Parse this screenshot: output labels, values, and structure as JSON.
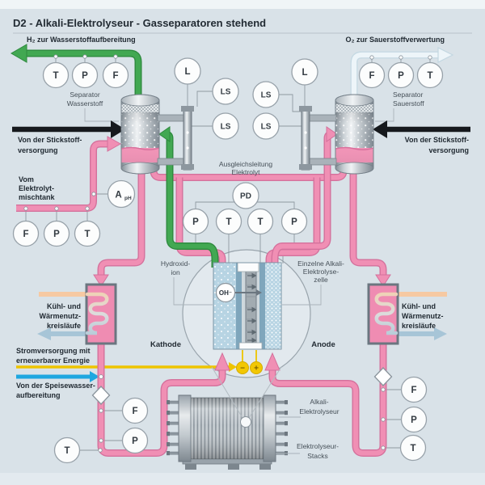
{
  "title": "D2 - Alkali-Elektrolyseur - Gasseparatoren stehend",
  "top": {
    "h2_label": "H₂ zur Wasserstoffaufbereitung",
    "o2_label": "O₂ zur Sauerstoffverwertung"
  },
  "separators": {
    "h2_1": "Separator",
    "h2_2": "Wasserstoff",
    "o2_1": "Separator",
    "o2_2": "Sauerstoff"
  },
  "left": {
    "n2_1": "Von der Stickstoff-",
    "n2_2": "versorgung",
    "mix_1": "Vom",
    "mix_2": "Elektrolyt-",
    "mix_3": "mischtank",
    "cool_1": "Kühl- und",
    "cool_2": "Wärmenutz-",
    "cool_3": "kreisläufe",
    "power_1": "Stromversorgung mit",
    "power_2": "erneuerbarer Energie",
    "feed_1": "Von der Speisewasser-",
    "feed_2": "aufbereitung"
  },
  "right": {
    "n2_1": "Von der Stickstoff-",
    "n2_2": "versorgung",
    "cool_1": "Kühl- und",
    "cool_2": "Wärmenutz-",
    "cool_3": "kreisläufe"
  },
  "center": {
    "eq_1": "Ausgleichsleitung",
    "eq_2": "Elektrolyt",
    "hy_1": "Hydroxid-",
    "hy_2": "ion",
    "cell_1": "Einzelne Alkali-",
    "cell_2": "Elektrolyse-",
    "cell_3": "zelle",
    "oh": "OH⁻",
    "kathode": "Kathode",
    "anode": "Anode",
    "minus": "−",
    "plus": "+"
  },
  "stack": {
    "l1a": "Alkali-",
    "l1b": "Elektrolyseur",
    "l2a": "Elektrolyseur-",
    "l2b": "Stacks"
  },
  "instruments": {
    "T": "T",
    "P": "P",
    "F": "F",
    "L": "L",
    "LS": "LS",
    "PD": "PD",
    "A": "A",
    "pH": "pH"
  },
  "colors": {
    "background": "#d9e2e8",
    "pipe_pink": "#f08fb4",
    "pipe_green": "#42a852",
    "pipe_o2": "#edf5f9",
    "nitrogen_black": "#16191d",
    "power_yellow": "#eec400",
    "feedwater_cyan": "#1ea7e0",
    "heating_orange": "#f6c9a2",
    "cooling_blue": "#a7c5d7",
    "liquid_pink": "#f293b7"
  }
}
